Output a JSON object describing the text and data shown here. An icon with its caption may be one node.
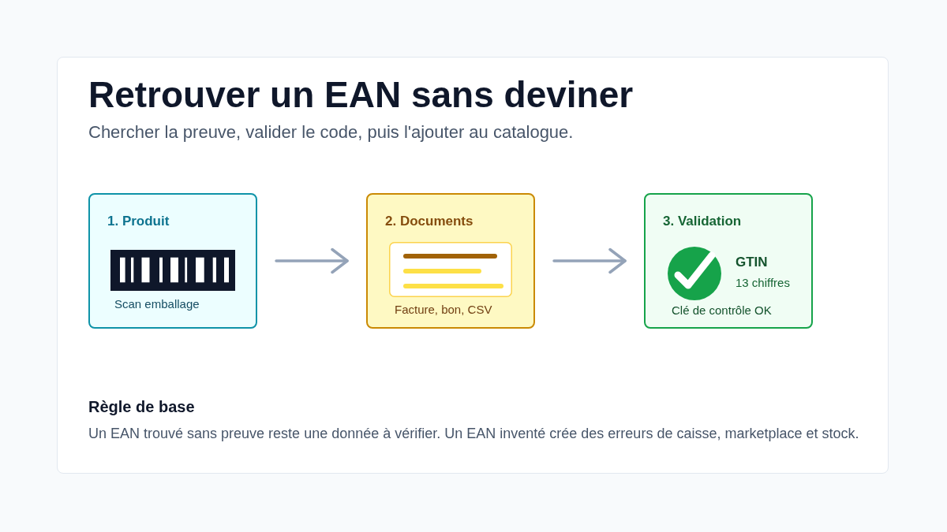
{
  "diagram": {
    "title": "Retrouver un EAN sans deviner",
    "nodes": [
      {
        "text": [
          "1. Produit",
          "Scan emballage"
        ]
      },
      {
        "text": [
          "2. Documents",
          "Facture, bon, CSV"
        ]
      },
      {
        "text": [
          "3. Validation",
          "GTIN",
          "13 chiffres",
          "Clé de contrôle OK"
        ]
      }
    ],
    "edges": [
      {
        "from": 0,
        "to": 1,
        "arrow": "to"
      },
      {
        "from": 1,
        "to": 2,
        "arrow": "to"
      }
    ],
    "labels": [
      "Chercher la preuve, valider le code, puis l'ajouter au catalogue.",
      "Règle de base",
      "Un EAN trouvé sans preuve reste une donnée à vérifier. Un EAN inventé crée des erreurs de caisse, marketplace et stock."
    ]
  }
}
